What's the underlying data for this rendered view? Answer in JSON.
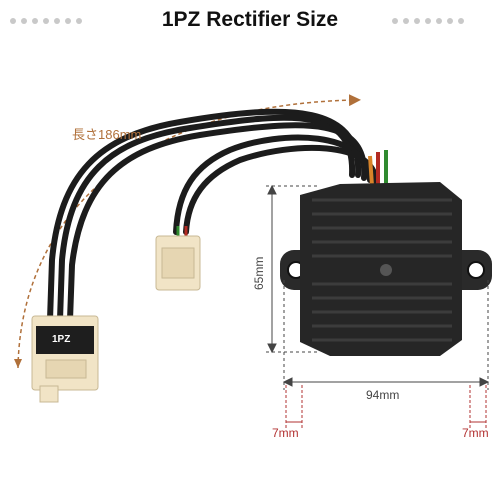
{
  "title": "1PZ  Rectifier Size",
  "labels": {
    "length": "長さ186mm",
    "height": "65mm",
    "width": "94mm",
    "hole_left": "7mm",
    "hole_right": "7mm",
    "connector_tag": "1PZ"
  },
  "colors": {
    "body": "#262626",
    "fin": "#3c3c3c",
    "wire": "#1c1c1c",
    "connector": "#f1e4c6",
    "dim_line": "#444444",
    "length_arc": "#b0703a",
    "hole_dim": "#b23030",
    "wire_green": "#2f8a2f",
    "wire_red": "#b22a22",
    "wire_orange": "#d8842a"
  }
}
